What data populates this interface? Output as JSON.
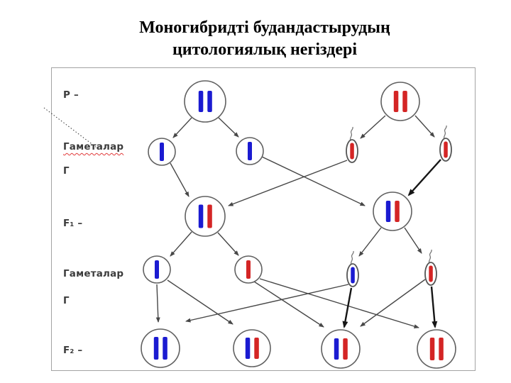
{
  "title": {
    "line1": "Моногибридті будандастырудың",
    "line2": "цитологиялық негіздері"
  },
  "labels": {
    "p": "Р –",
    "gametes_top": "Гаметалар",
    "g_top": "Г",
    "f1": "F₁ –",
    "gametes_bottom": "Гаметалар",
    "g_bottom": "Г",
    "f2": "F₂ –"
  },
  "colors": {
    "chromosome_blue": "#1b1bd1",
    "chromosome_red": "#d42525",
    "line_thin": "#474747",
    "line_bold": "#161616",
    "cell_stroke": "#606060",
    "frame_border": "#a3a3a3",
    "label_text": "#3c3c3c",
    "underline_red": "#e23b3b"
  },
  "diagram": {
    "description": "Cytological basis of monohybrid cross: cells shown as circles with colored chromosome bars, male gametes as tailed sperm ovals",
    "generations": [
      {
        "row": "P",
        "cells": [
          {
            "name": "p-left",
            "chromosomes": [
              "blue",
              "blue"
            ]
          },
          {
            "name": "p-right",
            "chromosomes": [
              "red",
              "red"
            ]
          }
        ]
      },
      {
        "row": "P-gametes",
        "cells": [
          {
            "name": "p-gamete-blue-1",
            "type": "egg",
            "chromosomes": [
              "blue"
            ]
          },
          {
            "name": "p-gamete-blue-2",
            "type": "egg",
            "chromosomes": [
              "blue"
            ]
          },
          {
            "name": "p-sperm-red-1",
            "type": "sperm",
            "chromosomes": [
              "red"
            ]
          },
          {
            "name": "p-sperm-red-2",
            "type": "sperm",
            "chromosomes": [
              "red"
            ]
          }
        ]
      },
      {
        "row": "F1",
        "cells": [
          {
            "name": "f1-left",
            "chromosomes": [
              "blue",
              "red"
            ]
          },
          {
            "name": "f1-right",
            "chromosomes": [
              "blue",
              "red"
            ]
          }
        ]
      },
      {
        "row": "F1-gametes",
        "cells": [
          {
            "name": "f1-gamete-blue",
            "type": "egg",
            "chromosomes": [
              "blue"
            ]
          },
          {
            "name": "f1-gamete-red",
            "type": "egg",
            "chromosomes": [
              "red"
            ]
          },
          {
            "name": "f1-sperm-blue",
            "type": "sperm",
            "chromosomes": [
              "blue"
            ]
          },
          {
            "name": "f1-sperm-red",
            "type": "sperm",
            "chromosomes": [
              "red"
            ]
          }
        ]
      },
      {
        "row": "F2",
        "cells": [
          {
            "name": "f2-1",
            "chromosomes": [
              "blue",
              "blue"
            ]
          },
          {
            "name": "f2-2",
            "chromosomes": [
              "blue",
              "red"
            ]
          },
          {
            "name": "f2-3",
            "chromosomes": [
              "blue",
              "red"
            ]
          },
          {
            "name": "f2-4",
            "chromosomes": [
              "red",
              "red"
            ]
          }
        ]
      }
    ],
    "edges": [
      {
        "from": "p-left",
        "to": "p-gamete-blue-1",
        "style": "thin"
      },
      {
        "from": "p-left",
        "to": "p-gamete-blue-2",
        "style": "thin"
      },
      {
        "from": "p-right",
        "to": "p-sperm-red-1",
        "style": "thin"
      },
      {
        "from": "p-right",
        "to": "p-sperm-red-2",
        "style": "thin"
      },
      {
        "from": "p-gamete-blue-1",
        "to": "f1-left",
        "style": "thin"
      },
      {
        "from": "p-gamete-blue-2",
        "to": "f1-right",
        "style": "thin"
      },
      {
        "from": "p-sperm-red-1",
        "to": "f1-left",
        "style": "thin"
      },
      {
        "from": "p-sperm-red-2",
        "to": "f1-right",
        "style": "bold"
      },
      {
        "from": "f1-left",
        "to": "f1-gamete-blue",
        "style": "thin"
      },
      {
        "from": "f1-left",
        "to": "f1-gamete-red",
        "style": "thin"
      },
      {
        "from": "f1-right",
        "to": "f1-sperm-blue",
        "style": "thin"
      },
      {
        "from": "f1-right",
        "to": "f1-sperm-red",
        "style": "thin"
      },
      {
        "from": "f1-gamete-blue",
        "to": "f2-1",
        "style": "thin"
      },
      {
        "from": "f1-gamete-blue",
        "to": "f2-2",
        "style": "thin"
      },
      {
        "from": "f1-gamete-red",
        "to": "f2-3",
        "style": "thin"
      },
      {
        "from": "f1-gamete-red",
        "to": "f2-4",
        "style": "thin"
      },
      {
        "from": "f1-sperm-blue",
        "to": "f2-1",
        "style": "thin"
      },
      {
        "from": "f1-sperm-blue",
        "to": "f2-3",
        "style": "bold"
      },
      {
        "from": "f1-sperm-red",
        "to": "f2-3",
        "style": "thin"
      },
      {
        "from": "f1-sperm-red",
        "to": "f2-4",
        "style": "bold"
      }
    ]
  }
}
